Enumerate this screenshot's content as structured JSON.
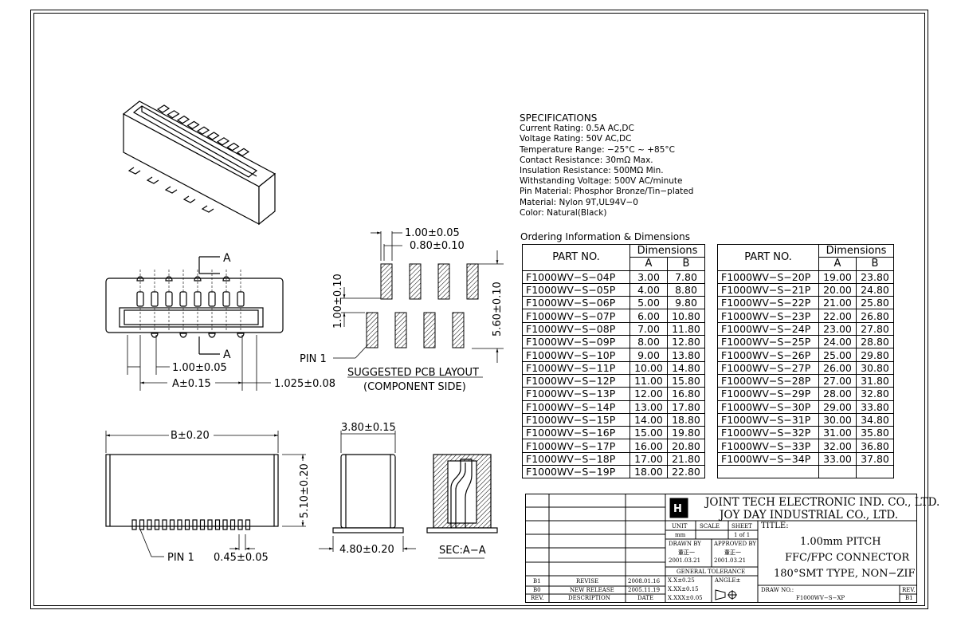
{
  "specifications": {
    "heading": "SPECIFICATIONS",
    "lines": [
      "Current Rating: 0.5A AC,DC",
      "Voltage Rating: 50V AC,DC",
      "Temperature Range: −25°C ~ +85°C",
      "Contact Resistance: 30mΩ Max.",
      "Insulation Resistance: 500MΩ Min.",
      "Withstanding Voltage: 500V AC/minute",
      "Pin Material: Phosphor Bronze/Tin−plated",
      "Material: Nylon 9T,UL94V−0",
      "Color: Natural(Black)"
    ]
  },
  "ordering": {
    "title": "Ordering Information & Dimensions",
    "header_part": "PART NO.",
    "header_dims": "Dimensions",
    "header_a": "A",
    "header_b": "B",
    "left_rows": [
      [
        "F1000WV−S−04P",
        "3.00",
        "7.80"
      ],
      [
        "F1000WV−S−05P",
        "4.00",
        "8.80"
      ],
      [
        "F1000WV−S−06P",
        "5.00",
        "9.80"
      ],
      [
        "F1000WV−S−07P",
        "6.00",
        "10.80"
      ],
      [
        "F1000WV−S−08P",
        "7.00",
        "11.80"
      ],
      [
        "F1000WV−S−09P",
        "8.00",
        "12.80"
      ],
      [
        "F1000WV−S−10P",
        "9.00",
        "13.80"
      ],
      [
        "F1000WV−S−11P",
        "10.00",
        "14.80"
      ],
      [
        "F1000WV−S−12P",
        "11.00",
        "15.80"
      ],
      [
        "F1000WV−S−13P",
        "12.00",
        "16.80"
      ],
      [
        "F1000WV−S−14P",
        "13.00",
        "17.80"
      ],
      [
        "F1000WV−S−15P",
        "14.00",
        "18.80"
      ],
      [
        "F1000WV−S−16P",
        "15.00",
        "19.80"
      ],
      [
        "F1000WV−S−17P",
        "16.00",
        "20.80"
      ],
      [
        "F1000WV−S−18P",
        "17.00",
        "21.80"
      ],
      [
        "F1000WV−S−19P",
        "18.00",
        "22.80"
      ]
    ],
    "right_rows": [
      [
        "F1000WV−S−20P",
        "19.00",
        "23.80"
      ],
      [
        "F1000WV−S−21P",
        "20.00",
        "24.80"
      ],
      [
        "F1000WV−S−22P",
        "21.00",
        "25.80"
      ],
      [
        "F1000WV−S−23P",
        "22.00",
        "26.80"
      ],
      [
        "F1000WV−S−24P",
        "23.00",
        "27.80"
      ],
      [
        "F1000WV−S−25P",
        "24.00",
        "28.80"
      ],
      [
        "F1000WV−S−26P",
        "25.00",
        "29.80"
      ],
      [
        "F1000WV−S−27P",
        "26.00",
        "30.80"
      ],
      [
        "F1000WV−S−28P",
        "27.00",
        "31.80"
      ],
      [
        "F1000WV−S−29P",
        "28.00",
        "32.80"
      ],
      [
        "F1000WV−S−30P",
        "29.00",
        "33.80"
      ],
      [
        "F1000WV−S−31P",
        "30.00",
        "34.80"
      ],
      [
        "F1000WV−S−32P",
        "31.00",
        "35.80"
      ],
      [
        "F1000WV−S−33P",
        "32.00",
        "36.80"
      ],
      [
        "F1000WV−S−34P",
        "33.00",
        "37.80"
      ],
      [
        "",
        "",
        ""
      ]
    ]
  },
  "drawing_labels": {
    "section_a": "A",
    "pitch_top": "1.00±0.05",
    "a_dim": "A±0.15",
    "edge_dim": "1.025±0.08",
    "pcb_w1": "1.00±0.05",
    "pcb_w2": "0.80±0.10",
    "pcb_h1": "1.00±0.10",
    "pcb_h2": "5.60±0.10",
    "pin1": "PIN 1",
    "pcb_title": "SUGGESTED PCB LAYOUT",
    "pcb_sub": "(COMPONENT SIDE)",
    "b_dim": "B±0.20",
    "height_dim": "5.10±0.20",
    "pin_width": "0.45±0.05",
    "depth_top": "3.80±0.15",
    "depth_bottom": "4.80±0.20",
    "sec": "SEC:A−A"
  },
  "title_block": {
    "company1": "JOINT TECH ELECTRONIC IND. CO., LTD.",
    "company2": "JOY DAY INDUSTRIAL CO., LTD.",
    "title_label": "TITLE:",
    "title1": "1.00mm PITCH",
    "title2": "FFC/FPC CONNECTOR",
    "title3": "180°SMT TYPE, NON−ZIF",
    "unit_label": "UNIT",
    "unit_val": "mm",
    "scale_label": "SCALE",
    "sheet_label": "SHEET",
    "sheet_val": "1 of 1",
    "drawn_label": "DRAWN BY",
    "approved_label": "APPROVED BY",
    "drawn_name": "董正一",
    "approved_name": "董正一",
    "drawn_date": "2001.03.21",
    "approved_date": "2001.03.21",
    "tolerance_label": "GENERAL TOLERANCE",
    "tol1": "X.X±0.25",
    "tol2": "X.XX±0.15",
    "tol3": "X.XXX±0.05",
    "angle_label": "ANGLE±",
    "rev_b1": "B1",
    "rev_b1_desc": "REVISE",
    "rev_b1_date": "2008.01.16",
    "rev_b0": "B0",
    "rev_b0_desc": "NEW RELEASE",
    "rev_b0_date": "2005.11.19",
    "col_rev": "REV.",
    "col_desc": "DESCRIPTION",
    "col_date": "DATE",
    "drawno_label": "DRAW NO.:",
    "drawno_val": "F1000WV−S−XP",
    "rev_label": "REV.",
    "rev_val": "B1"
  }
}
